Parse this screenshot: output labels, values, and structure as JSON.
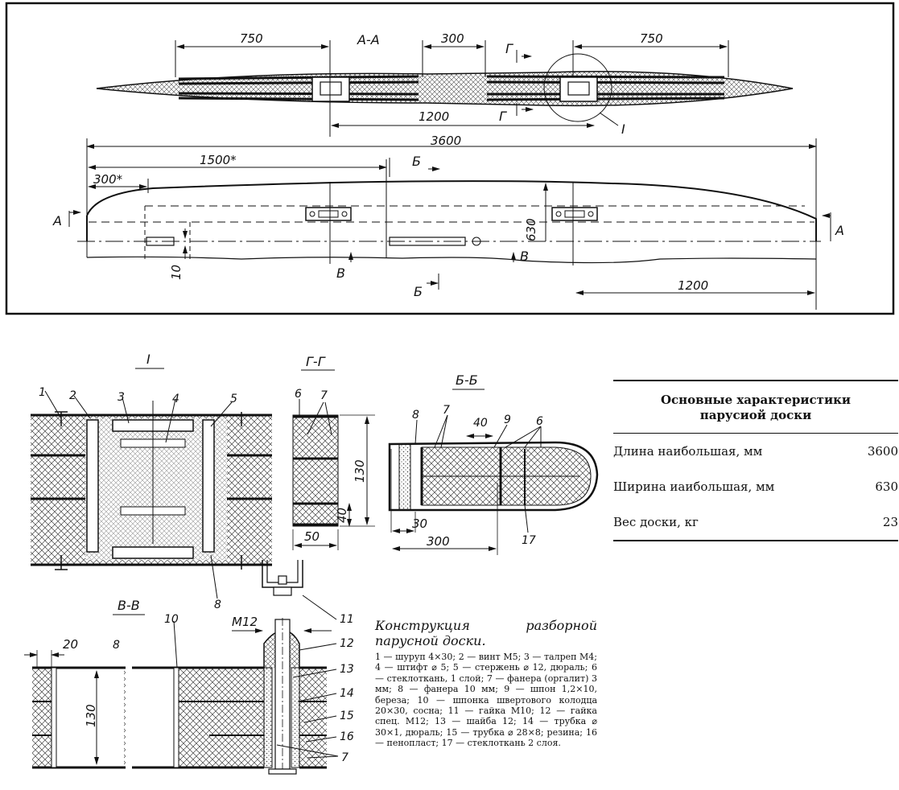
{
  "top_view": {
    "section_aa": "А-А",
    "dim_left_750": "750",
    "dim_center_300": "300",
    "dim_right_750": "750",
    "dim_1200": "1200",
    "cut_g_top": "Г",
    "cut_g_bottom": "Г",
    "detail_callout": "I"
  },
  "plan_view": {
    "dim_length": "3600",
    "dim_1500": "1500*",
    "dim_300": "300*",
    "dim_width": "630",
    "dim_10": "10",
    "dim_1200": "1200",
    "cut_a_left": "А",
    "cut_a_right": "А",
    "cut_b_top": "Б",
    "cut_b_bottom": "Б",
    "cut_v_left": "В",
    "cut_v_right": "В"
  },
  "detail_I": {
    "title": "I",
    "callouts": [
      "1",
      "2",
      "3",
      "4",
      "5",
      "8"
    ]
  },
  "section_gg": {
    "title": "Г-Г",
    "callouts": [
      "6",
      "7"
    ],
    "dim_130": "130",
    "dim_40": "40",
    "dim_50": "50"
  },
  "section_bb": {
    "title": "Б-Б",
    "callouts": [
      "8",
      "7",
      "40",
      "9",
      "6",
      "17"
    ],
    "dim_30": "30",
    "dim_300": "300"
  },
  "section_vv": {
    "title": "В-В",
    "dim_20": "20",
    "dim_130": "130",
    "dim_m12": "M12",
    "callouts": [
      "8",
      "10",
      "11",
      "12",
      "13",
      "14",
      "15",
      "16",
      "7"
    ]
  },
  "specs": {
    "title_line1": "Основные характеристики",
    "title_line2": "парусиой доски",
    "rows": [
      {
        "label": "Длина наибольшая, мм",
        "value": "3600"
      },
      {
        "label": "Ширина иаибольшая, мм",
        "value": "630"
      },
      {
        "label": "Вес доски, кг",
        "value": "23"
      }
    ]
  },
  "caption": {
    "title_line1": "Конструкция разборной",
    "title_line2": "парусной доски.",
    "legend": "1 — шуруп 4×30; 2 — винт М5; 3 — талреп М4; 4 — штифт ⌀ 5; 5 — стержень ⌀ 12, дюраль; 6 — стеклоткань, 1 слой; 7 — фанера (оргалит) 3 мм; 8 — фанера 10 мм; 9 — шпон 1,2×10, береза; 10 — шпонка швертового колодца 20×30, сосна; 11 — гайка М10; 12 — гайка спец. М12; 13 — шайба 12; 14 — трубка ⌀ 30×1, дюраль; 15 — трубка ⌀ 28×8; резина; 16 — пенопласт; 17 — стеклоткань 2 слоя."
  }
}
